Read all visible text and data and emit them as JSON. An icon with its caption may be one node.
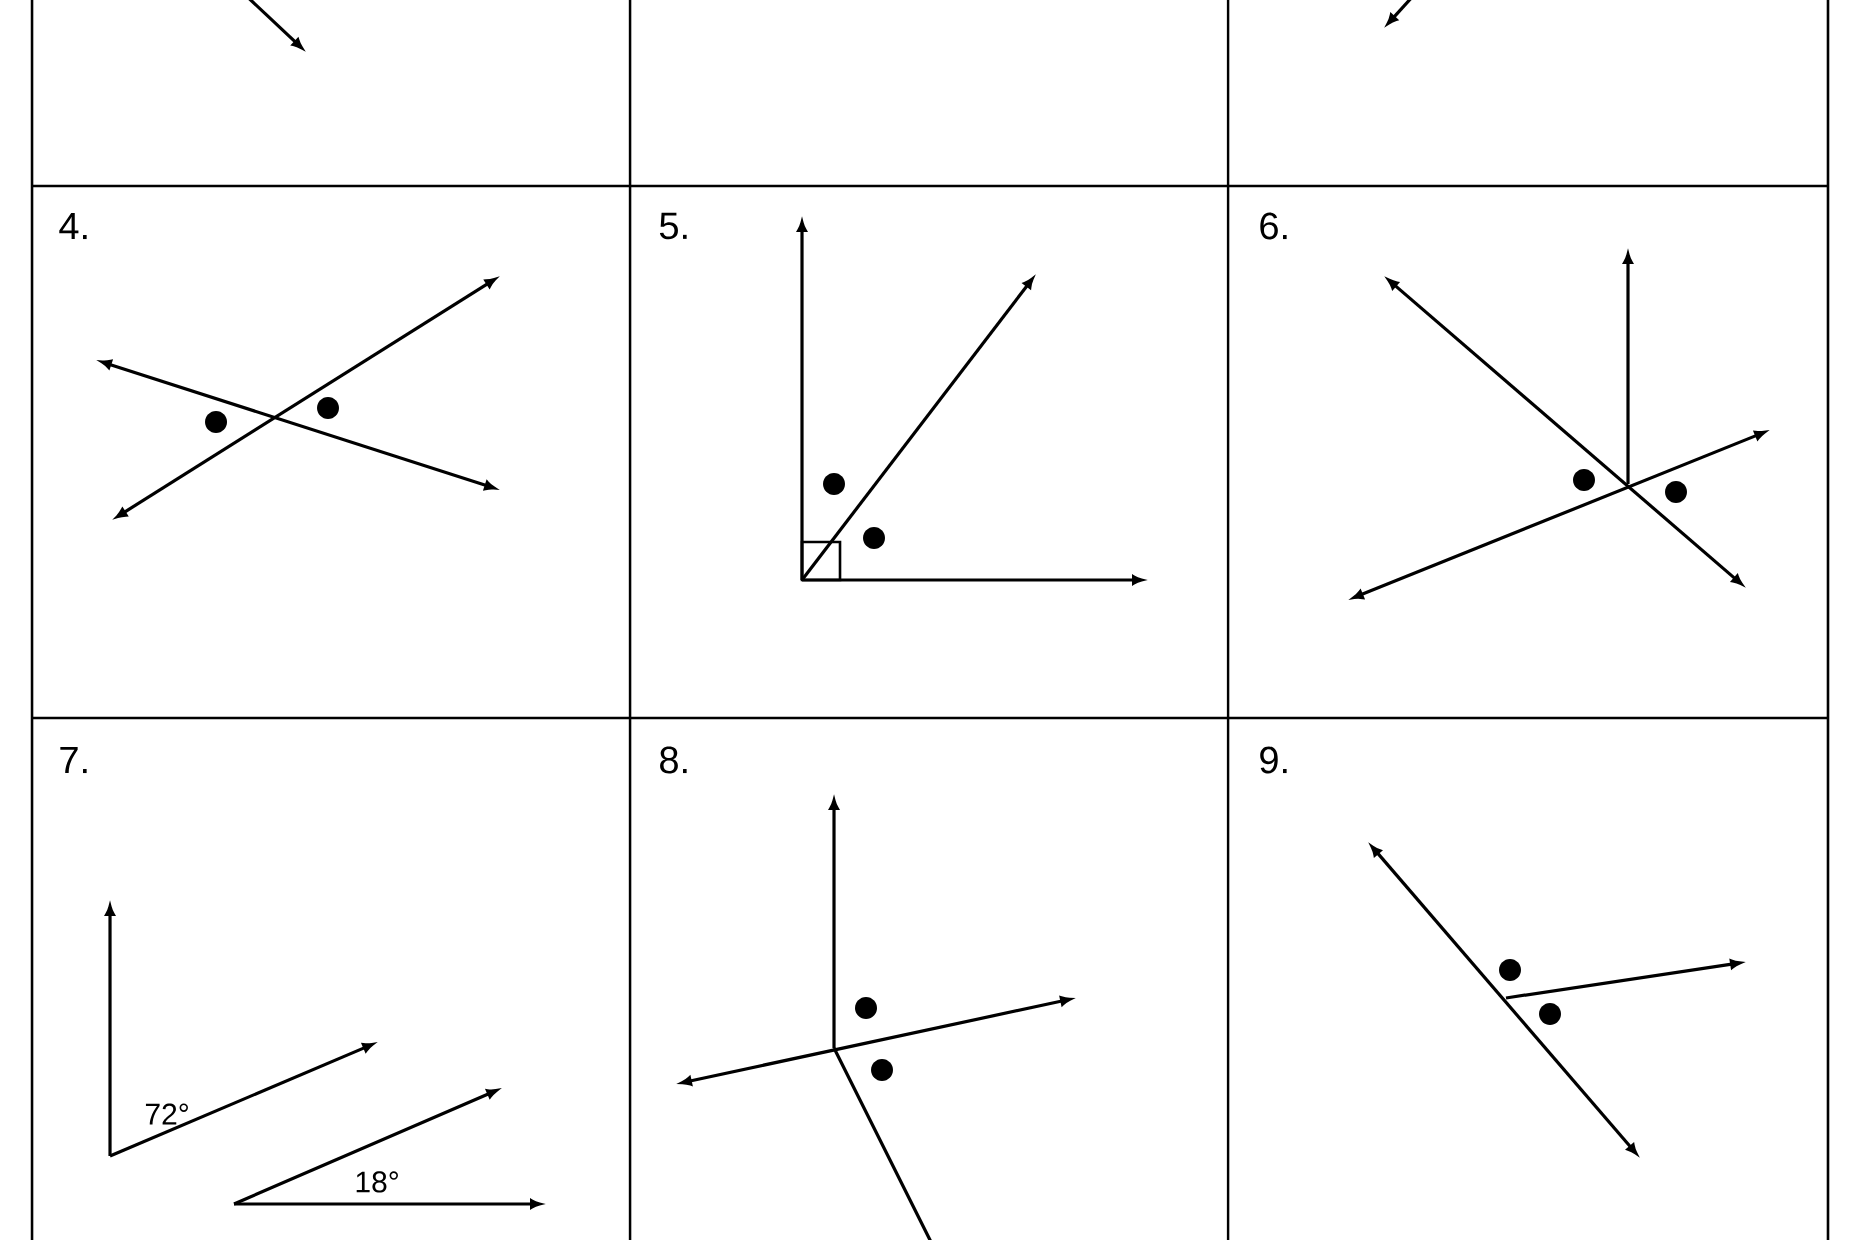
{
  "diagram": {
    "labels": [
      "4.",
      "5.",
      "6.",
      "7.",
      "8.",
      "9.",
      "72°",
      "18°"
    ]
  }
}
